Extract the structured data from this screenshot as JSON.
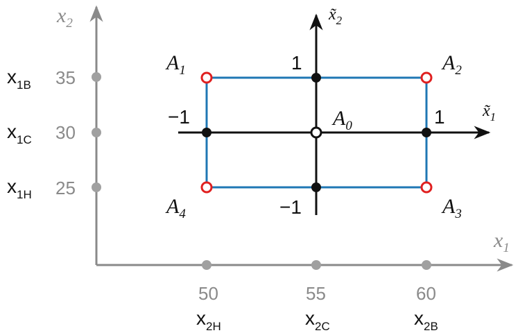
{
  "colors": {
    "outer_axis": "#8a8a8a",
    "inner_axis": "#111111",
    "rectangle": "#1f77b4",
    "design_point": "#e02020",
    "tick_point": "#a0a0a0"
  },
  "outer_axes": {
    "x_label": {
      "base": "x",
      "sub": "1"
    },
    "y_label": {
      "base": "x",
      "sub": "2"
    },
    "x_ticks": [
      {
        "value": "50",
        "name": {
          "base": "x",
          "sub": "2H"
        }
      },
      {
        "value": "55",
        "name": {
          "base": "x",
          "sub": "2C"
        }
      },
      {
        "value": "60",
        "name": {
          "base": "x",
          "sub": "2B"
        }
      }
    ],
    "y_ticks": [
      {
        "value": "35",
        "name": {
          "base": "x",
          "sub": "1B"
        }
      },
      {
        "value": "30",
        "name": {
          "base": "x",
          "sub": "1C"
        }
      },
      {
        "value": "25",
        "name": {
          "base": "x",
          "sub": "1H"
        }
      }
    ]
  },
  "coded_axes": {
    "x_label": {
      "base": "x̃",
      "sub": "1"
    },
    "y_label": {
      "base": "x̃",
      "sub": "2"
    },
    "x_pos_tick": "1",
    "x_neg_tick": "−1",
    "y_pos_tick": "1",
    "y_neg_tick": "−1"
  },
  "points": {
    "A1": {
      "base": "A",
      "sub": "1"
    },
    "A2": {
      "base": "A",
      "sub": "2"
    },
    "A3": {
      "base": "A",
      "sub": "3"
    },
    "A4": {
      "base": "A",
      "sub": "4"
    },
    "A0": {
      "base": "A",
      "sub": "0"
    }
  }
}
